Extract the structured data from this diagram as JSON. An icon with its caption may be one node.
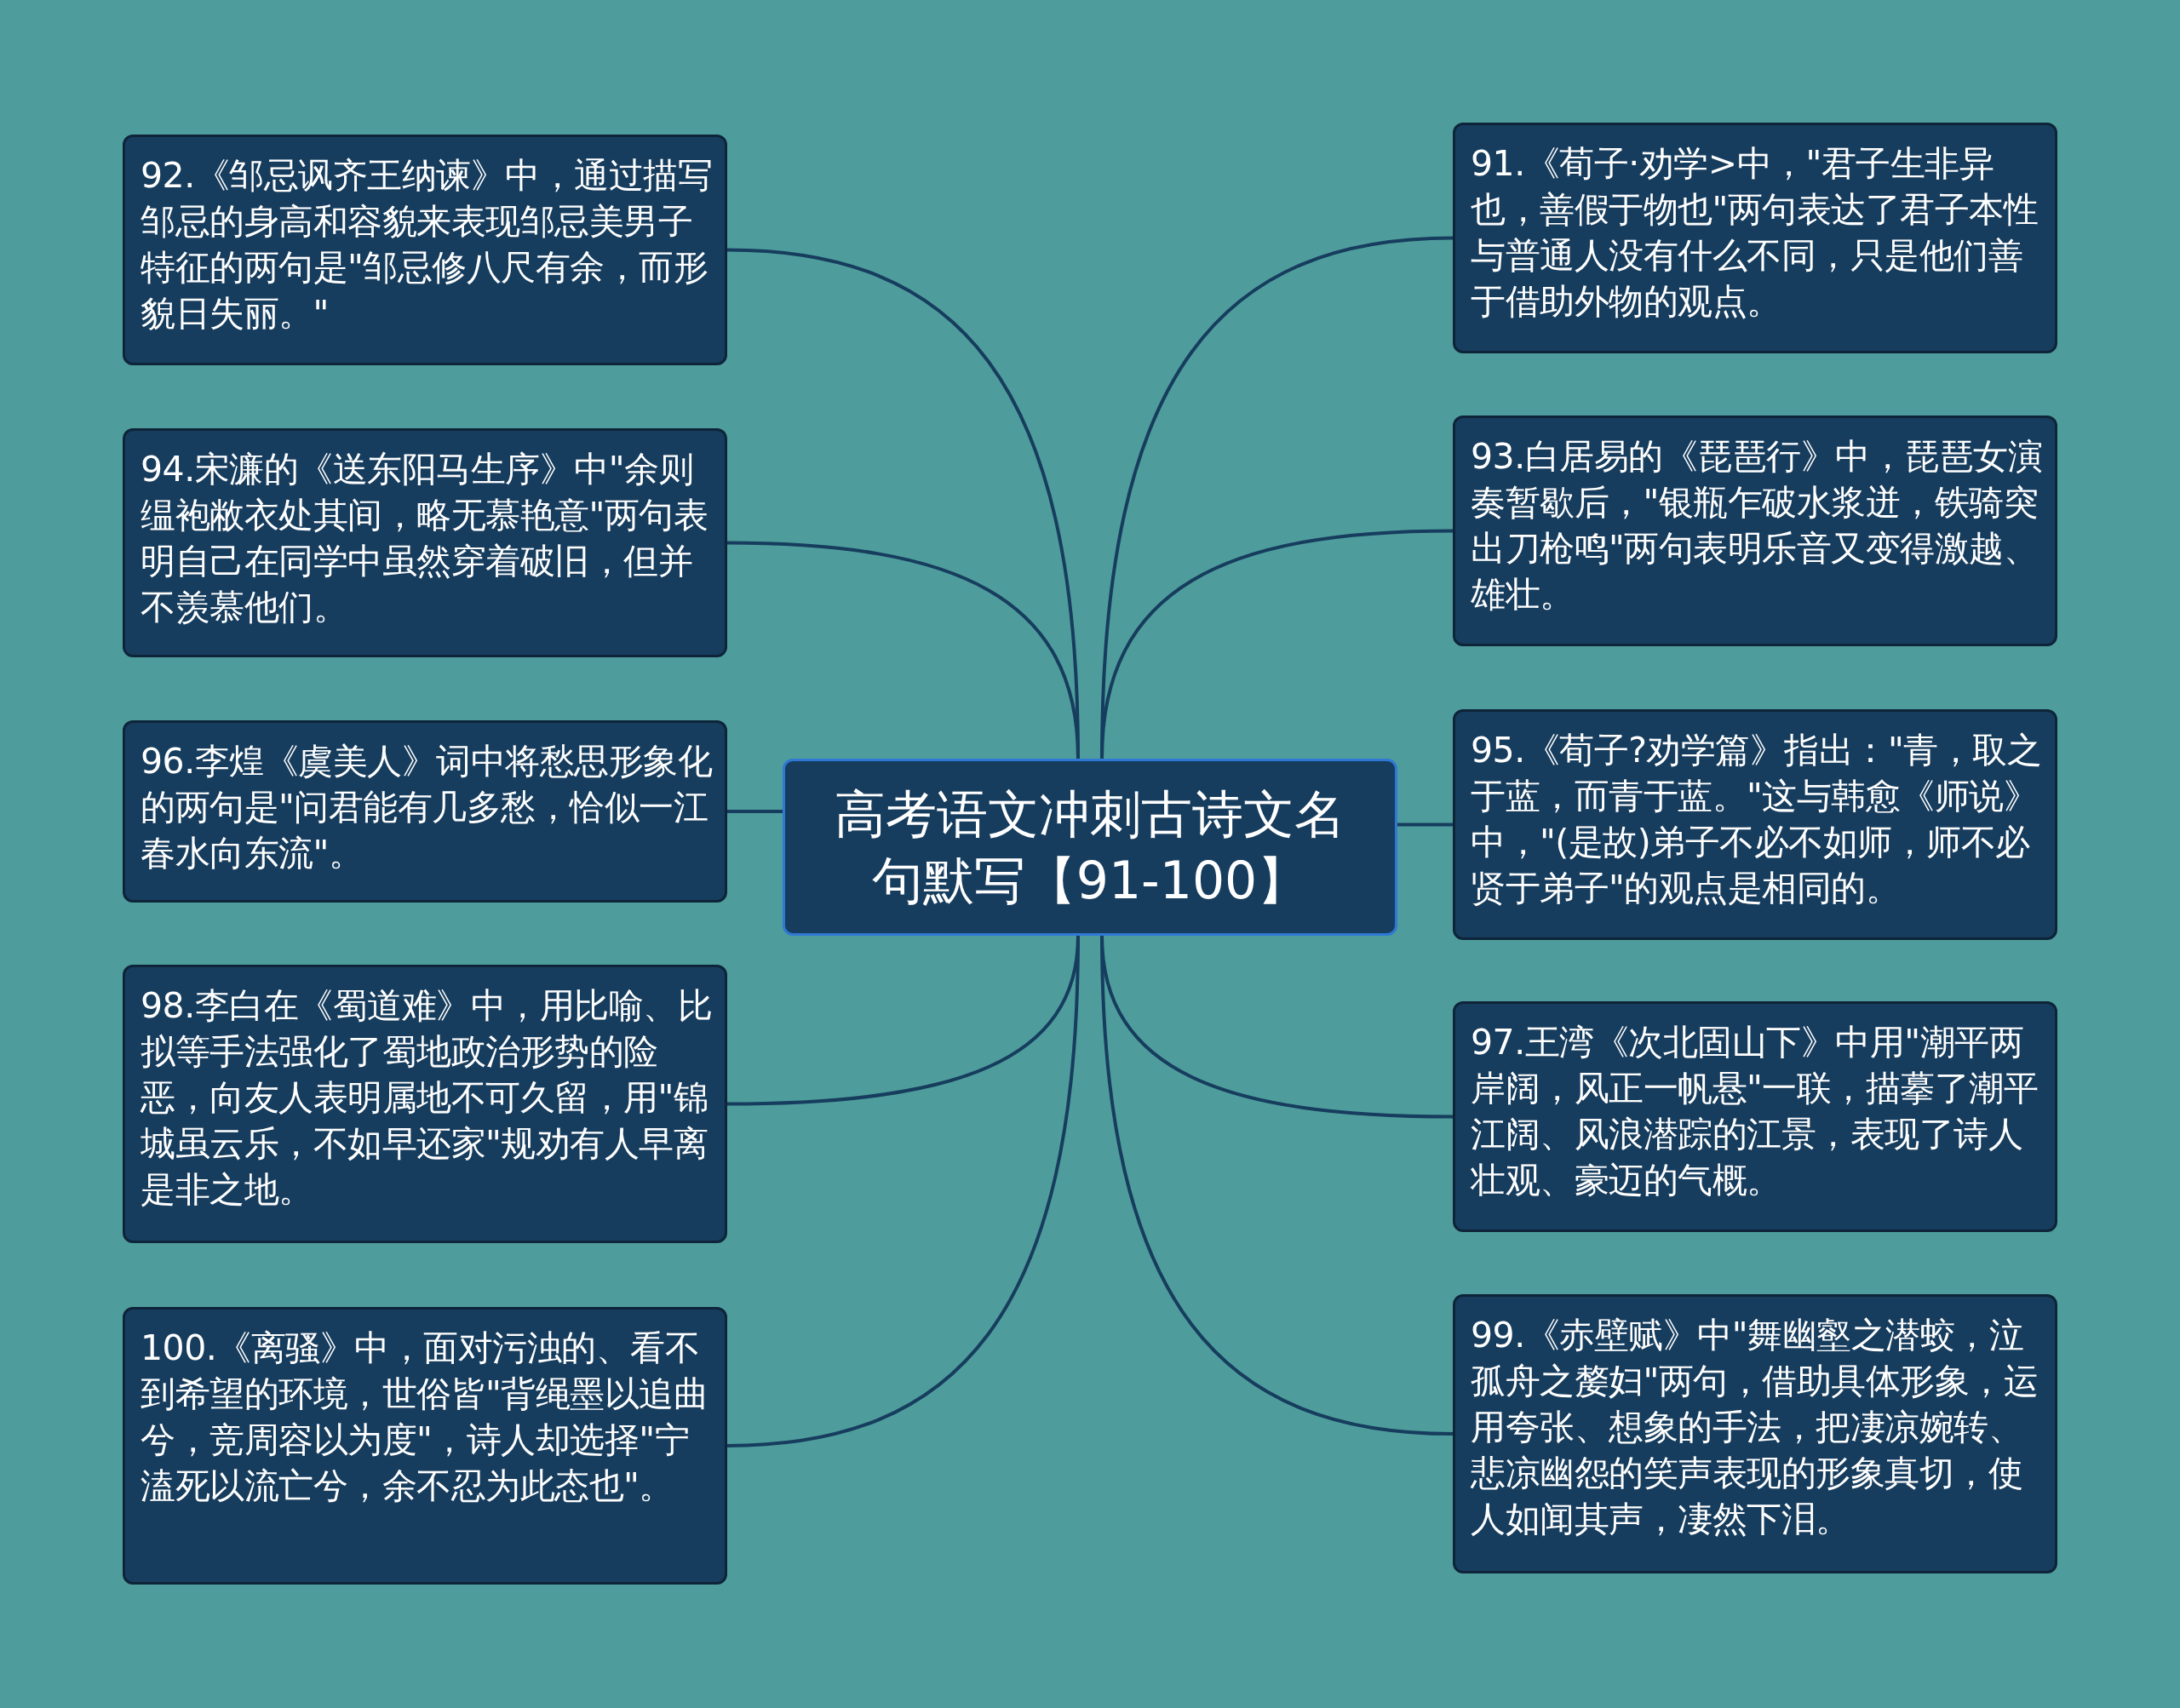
{
  "diagram": {
    "nodes": [
      {
        "text": [
          "高考语文冲刺古诗文名句默写【91-100】"
        ]
      },
      {
        "text": [
          "92.《邹忌讽齐王纳谏》中，通过描写邹忌的身高和容貌来表现邹忌美男子特征的两句是\"邹忌修八尺有余，而形貌日失丽。\""
        ]
      },
      {
        "text": [
          "91.《荀子·劝学>中，\"君子生非异也，善假于物也\"两句表达了君子本性与普通人没有什么不同，只是他们善于借助外物的观点。"
        ]
      },
      {
        "text": [
          "94.宋濂的《送东阳马生序》中\"余则缊袍敝衣处其间，略无慕艳意\"两句表明自己在同学中虽然穿着破旧，但并不羡慕他们。"
        ]
      },
      {
        "text": [
          "93.白居易的《琵琶行》中，琵琶女演奏暂歇后，\"银瓶乍破水浆迸，铁骑突出刀枪鸣\"两句表明乐音又变得激越、雄壮。"
        ]
      },
      {
        "text": [
          "96.李煌《虞美人》词中将愁思形象化的两句是\"问君能有几多愁，恰似一江春水向东流\"。"
        ]
      },
      {
        "text": [
          "95.《荀子?劝学篇》指出：\"青，取之于蓝，而青于蓝。\"这与韩愈《师说》中，\"(是故)弟子不必不如师，师不必贤于弟子\"的观点是相同的。"
        ]
      },
      {
        "text": [
          "98.李白在《蜀道难》中，用比喻、比拟等手法强化了蜀地政治形势的险恶，向友人表明属地不可久留，用\"锦城虽云乐，不如早还家\"规劝有人早离是非之地。"
        ]
      },
      {
        "text": [
          "97.王湾《次北固山下》中用\"潮平两岸阔，风正一帆悬\"一联，描摹了潮平江阔、风浪潜踪的江景，表现了诗人壮观、豪迈的气概。"
        ]
      },
      {
        "text": [
          "100.《离骚》中，面对污浊的、看不到希望的环境，世俗皆\"背绳墨以追曲兮，竞周容以为度\"，诗人却选择\"宁溘死以流亡兮，余不忍为此态也\"。"
        ]
      },
      {
        "text": [
          "99.《赤壁赋》中\"舞幽壑之潜蛟，泣孤舟之嫠妇\"两句，借助具体形象，运用夸张、想象的手法，把凄凉婉转、悲凉幽怨的笑声表现的形象真切，使人如闻其声，凄然下泪。"
        ]
      }
    ],
    "edges": [
      {
        "from": 0,
        "to": 1,
        "arrow": "none"
      },
      {
        "from": 0,
        "to": 2,
        "arrow": "none"
      },
      {
        "from": 0,
        "to": 3,
        "arrow": "none"
      },
      {
        "from": 0,
        "to": 4,
        "arrow": "none"
      },
      {
        "from": 0,
        "to": 5,
        "arrow": "none"
      },
      {
        "from": 0,
        "to": 6,
        "arrow": "none"
      },
      {
        "from": 0,
        "to": 7,
        "arrow": "none"
      },
      {
        "from": 0,
        "to": 8,
        "arrow": "none"
      },
      {
        "from": 0,
        "to": 9,
        "arrow": "none"
      },
      {
        "from": 0,
        "to": 10,
        "arrow": "none"
      }
    ]
  }
}
